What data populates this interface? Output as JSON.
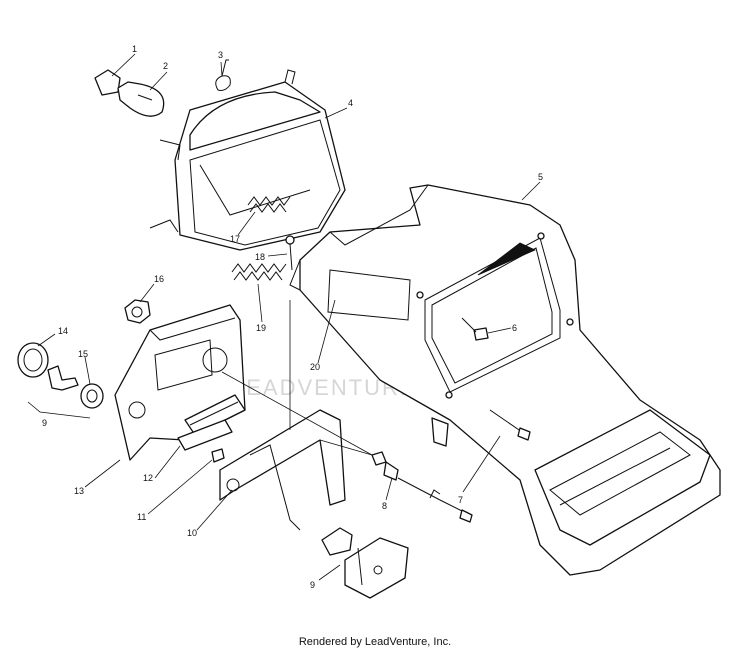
{
  "watermark": "LEADVENTURE",
  "caption": "Rendered by LeadVenture, Inc.",
  "callouts": [
    "1",
    "2",
    "3",
    "4",
    "5",
    "6",
    "7",
    "8",
    "9",
    "9",
    "10",
    "11",
    "12",
    "13",
    "14",
    "15",
    "16",
    "17",
    "18",
    "19",
    "20"
  ]
}
